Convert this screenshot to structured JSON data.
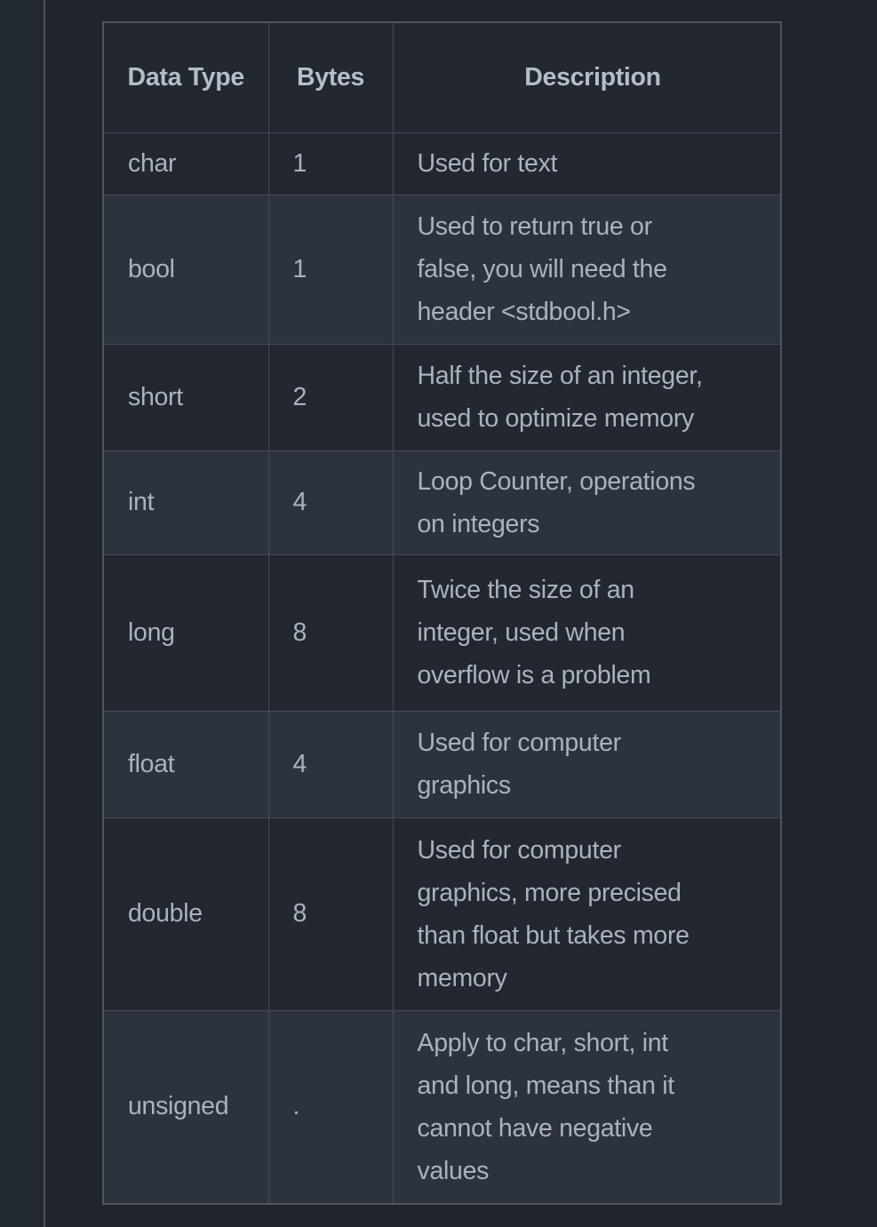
{
  "theme": {
    "page_background": "#20252c",
    "left_strip_background": "#232931",
    "divider_line_color": "#4b525c",
    "row_dark": "#222730",
    "row_light": "#2d333c",
    "border_outer": "#4e5662",
    "border_inner": "#454d59",
    "text_color": "#a9b3bf",
    "header_text_color": "#b4bec9"
  },
  "table": {
    "columns": [
      "Data Type",
      "Bytes",
      "Description"
    ],
    "rows": [
      {
        "type": "char",
        "bytes": "1",
        "description": "Used for text",
        "desc_lines": [
          "Used for text"
        ]
      },
      {
        "type": "bool",
        "bytes": "1",
        "description": "Used to return true or false, you will need the header <stdbool.h>",
        "desc_lines": [
          "Used to return true or",
          "false, you will need the",
          "header <stdbool.h>"
        ]
      },
      {
        "type": "short",
        "bytes": "2",
        "description": "Half the size of an integer, used to optimize memory",
        "desc_lines": [
          "Half the size of an integer,",
          "used to optimize memory"
        ]
      },
      {
        "type": "int",
        "bytes": "4",
        "description": "Loop Counter, operations on integers",
        "desc_lines": [
          "Loop Counter, operations",
          "on integers"
        ]
      },
      {
        "type": "long",
        "bytes": "8",
        "description": "Twice the size of an integer, used when overflow is a problem",
        "desc_lines": [
          "Twice the size of an",
          "integer, used when",
          "overflow is a problem"
        ]
      },
      {
        "type": "float",
        "bytes": "4",
        "description": "Used for computer graphics",
        "desc_lines": [
          "Used for computer",
          "graphics"
        ]
      },
      {
        "type": "double",
        "bytes": "8",
        "description": "Used for computer graphics, more precised than float but takes more memory",
        "desc_lines": [
          "Used for computer",
          "graphics, more precised",
          "than float but takes more",
          "memory"
        ]
      },
      {
        "type": "unsigned",
        "bytes": ".",
        "description": "Apply to char, short, int and long, means than it cannot have negative values",
        "desc_lines": [
          "Apply to char, short, int",
          "and long, means than it",
          "cannot have negative",
          "values"
        ]
      }
    ]
  }
}
